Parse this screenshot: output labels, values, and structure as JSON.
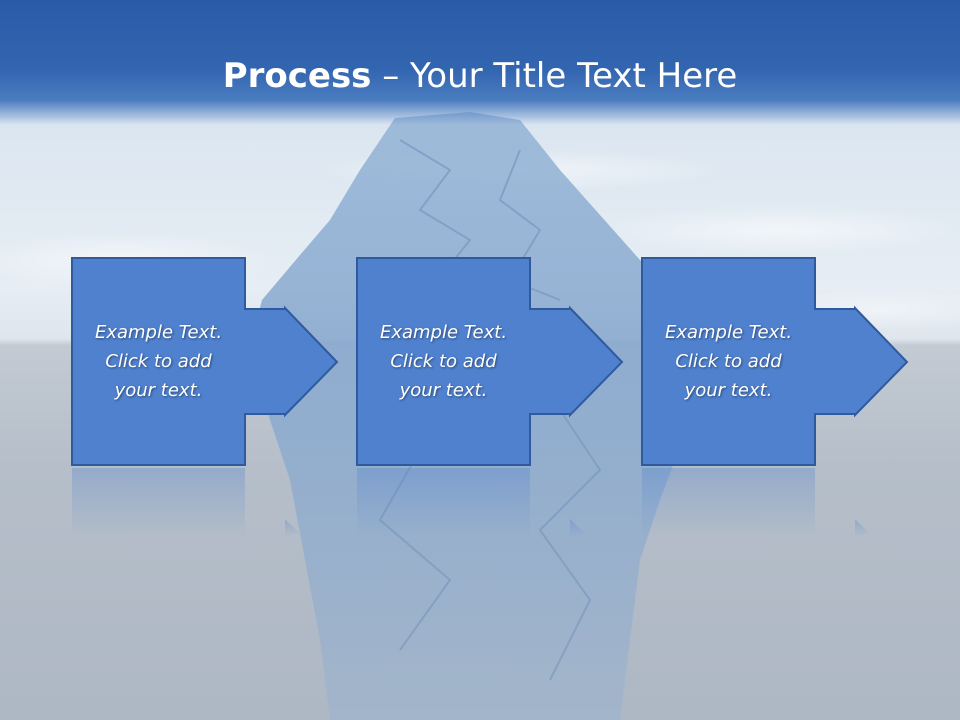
{
  "title": {
    "bold": "Process",
    "rest": " – Your Title Text Here"
  },
  "steps": [
    {
      "text": "Example Text.\nClick  to add\nyour text."
    },
    {
      "text": "Example Text.\nClick  to add\nyour text."
    },
    {
      "text": "Example Text.\nClick  to add\nyour text."
    }
  ],
  "colors": {
    "shape_fill": "#4f81cf",
    "shape_border": "#2f5a9e",
    "title_band": "#3265b0"
  }
}
